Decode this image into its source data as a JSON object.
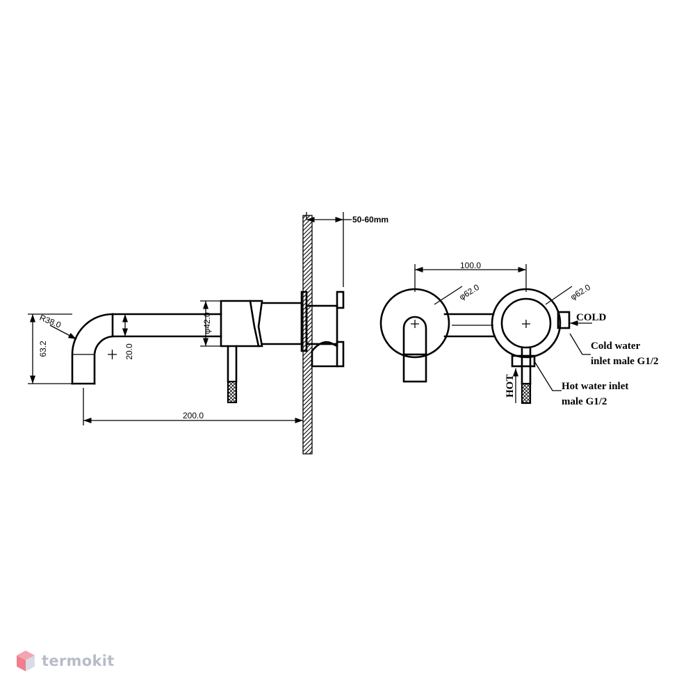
{
  "dimensions": {
    "wall_depth": "50-60mm",
    "spacing": "100.0",
    "diameter_left": "φ62.0",
    "diameter_right": "φ62.0",
    "radius": "R38.0",
    "spout_drop": "63.2",
    "spout_offset": "20.0",
    "body_diameter": "φ42.0",
    "spout_length": "200.0"
  },
  "annotations": {
    "cold": "COLD",
    "hot": "HOT",
    "cold_line1": "Cold water",
    "cold_line2": "inlet male G1/2",
    "hot_line1": "Hot water inlet",
    "hot_line2": "male G1/2"
  },
  "watermark": {
    "brand": "termokit",
    "icon": "cube-logo-icon"
  },
  "colors": {
    "line": "#000000",
    "watermark_text": "#b8bcc6",
    "watermark_icon_top": "#f2a5b1",
    "watermark_icon_left": "#ef7e8f",
    "watermark_icon_right": "#d9dce6"
  }
}
